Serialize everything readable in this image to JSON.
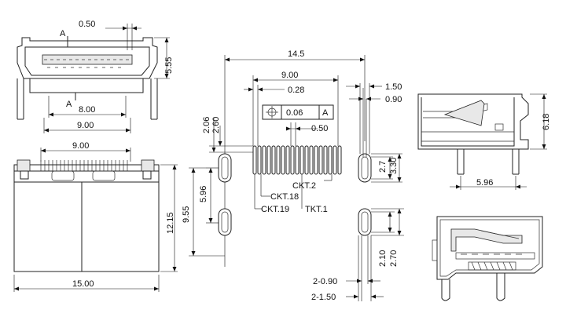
{
  "front_view": {
    "dim_pitch": "0.50",
    "label_a_top": "A",
    "label_a_bottom": "A",
    "dim_height": "5.55",
    "dim_inner": "8.00",
    "dim_outer": "9.00"
  },
  "top_view": {
    "dim_pin_span": "9.00",
    "dim_length": "12.15",
    "dim_width": "15.00"
  },
  "pcb_layout": {
    "dim_overall": "14.5",
    "dim_pin_span": "9.00",
    "dim_pad_width": "0.28",
    "dim_right_1": "1.50",
    "dim_right_2": "0.90",
    "dim_left_1": "2.06",
    "dim_left_2": "2.60",
    "tolerance_value": "0.06",
    "tolerance_datum": "A",
    "dim_pitch": "0.50",
    "dim_slot_h1": "2.7",
    "dim_slot_h2": "3.30",
    "label_ckt2": "CKT.2",
    "label_ckt18": "CKT.18",
    "label_ckt19": "CKT.19",
    "label_tkt1": "TKT.1",
    "dim_v_596": "5.96",
    "dim_v_955": "9.55",
    "dim_slot_b1": "2.10",
    "dim_slot_b2": "2.70",
    "dim_hole_1": "2-0.90",
    "dim_hole_2": "2-1.50"
  },
  "side_view": {
    "dim_height": "6.18",
    "dim_width": "5.96"
  }
}
